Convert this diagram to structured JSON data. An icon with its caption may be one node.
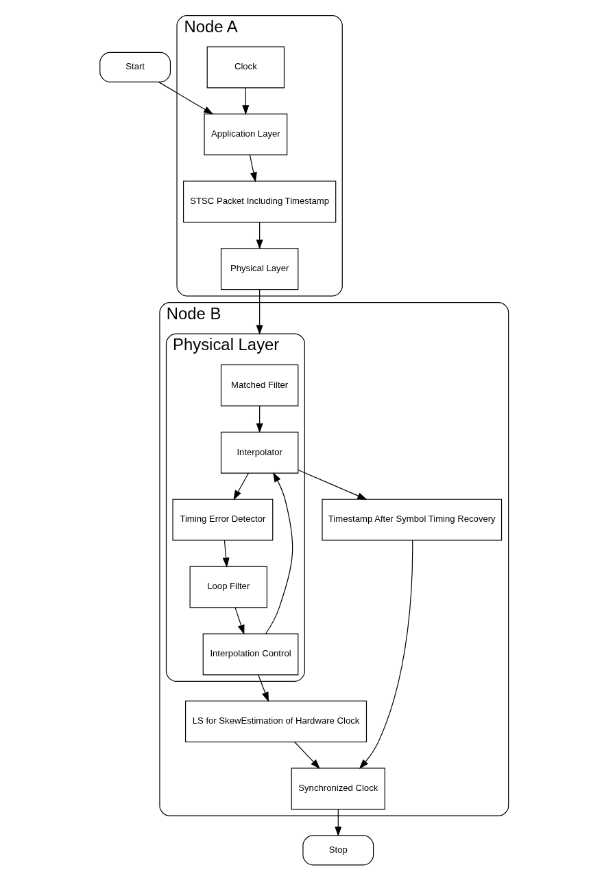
{
  "diagram": {
    "nodes": [
      {
        "text": [
          "Start"
        ]
      },
      {
        "text": [
          "Node A"
        ]
      },
      {
        "text": [
          "Application Layer"
        ],
        "in": 1
      },
      {
        "text": [
          "Clock"
        ],
        "in": 1
      },
      {
        "text": [
          "STSC Packet Including Timestamp"
        ],
        "in": 1
      },
      {
        "text": [
          "Physical Layer"
        ],
        "in": 1
      },
      {
        "text": [
          "Node B"
        ]
      },
      {
        "text": [
          "Physical Layer"
        ],
        "in": 6
      },
      {
        "text": [
          "Matched Filter"
        ],
        "in": 7
      },
      {
        "text": [
          "Interpolator"
        ],
        "in": 7
      },
      {
        "text": [
          "Timing Error Detector"
        ],
        "in": 7
      },
      {
        "text": [
          "Interpolation Control"
        ],
        "in": 7
      },
      {
        "text": [
          "Loop Filter"
        ],
        "in": 7
      },
      {
        "text": [
          "Timestamp After Symbol Timing Recovery"
        ],
        "in": 6
      },
      {
        "text": [
          "Synchronized Clock"
        ],
        "in": 6
      },
      {
        "text": [
          "LS for SkewEstimation of Hardware Clock"
        ],
        "in": 6
      },
      {
        "text": [
          "Stop"
        ]
      }
    ],
    "edges": [
      {
        "from": 0,
        "to": 2,
        "arrow": "to"
      },
      {
        "from": 3,
        "to": 2,
        "arrow": "to"
      },
      {
        "from": 2,
        "to": 4,
        "arrow": "to"
      },
      {
        "from": 4,
        "to": 5,
        "arrow": "to"
      },
      {
        "from": 5,
        "to": 7,
        "arrow": "to"
      },
      {
        "from": 8,
        "to": 9,
        "arrow": "to"
      },
      {
        "from": 9,
        "to": 10,
        "arrow": "to"
      },
      {
        "from": 10,
        "to": 12,
        "arrow": "to"
      },
      {
        "from": 12,
        "to": 11,
        "arrow": "to"
      },
      {
        "from": 11,
        "to": 9,
        "arrow": "to"
      },
      {
        "from": 9,
        "to": 13,
        "arrow": "to"
      },
      {
        "from": 13,
        "to": 14,
        "arrow": "to"
      },
      {
        "from": 15,
        "to": 14,
        "arrow": "to"
      },
      {
        "from": 11,
        "to": 15,
        "arrow": "to"
      },
      {
        "from": 14,
        "to": 16,
        "arrow": "to"
      }
    ]
  }
}
